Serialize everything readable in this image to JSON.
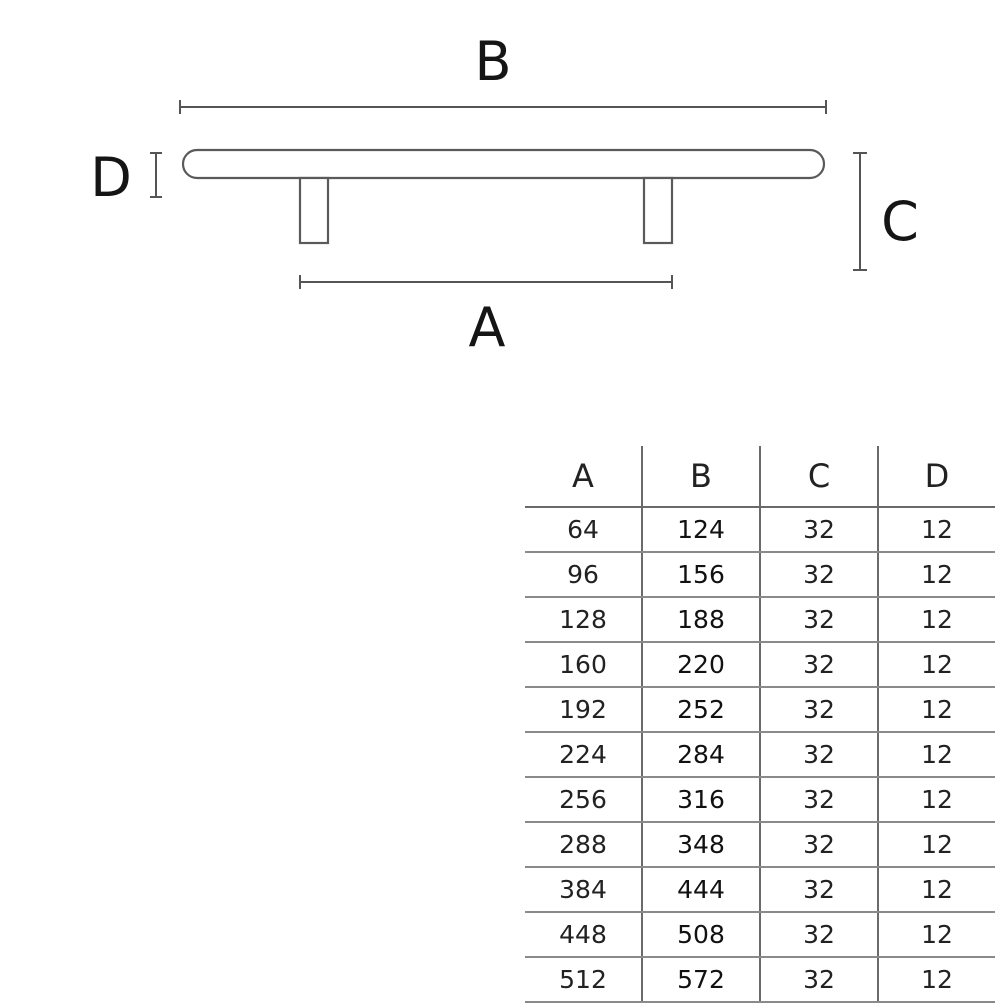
{
  "diagram": {
    "labels": {
      "A": "A",
      "B": "B",
      "C": "C",
      "D": "D"
    }
  },
  "table": {
    "headers": [
      "A",
      "B",
      "C",
      "D"
    ],
    "rows": [
      [
        "64",
        "124",
        "32",
        "12"
      ],
      [
        "96",
        "156",
        "32",
        "12"
      ],
      [
        "128",
        "188",
        "32",
        "12"
      ],
      [
        "160",
        "220",
        "32",
        "12"
      ],
      [
        "192",
        "252",
        "32",
        "12"
      ],
      [
        "224",
        "284",
        "32",
        "12"
      ],
      [
        "256",
        "316",
        "32",
        "12"
      ],
      [
        "288",
        "348",
        "32",
        "12"
      ],
      [
        "384",
        "444",
        "32",
        "12"
      ],
      [
        "448",
        "508",
        "32",
        "12"
      ],
      [
        "512",
        "572",
        "32",
        "12"
      ]
    ]
  }
}
